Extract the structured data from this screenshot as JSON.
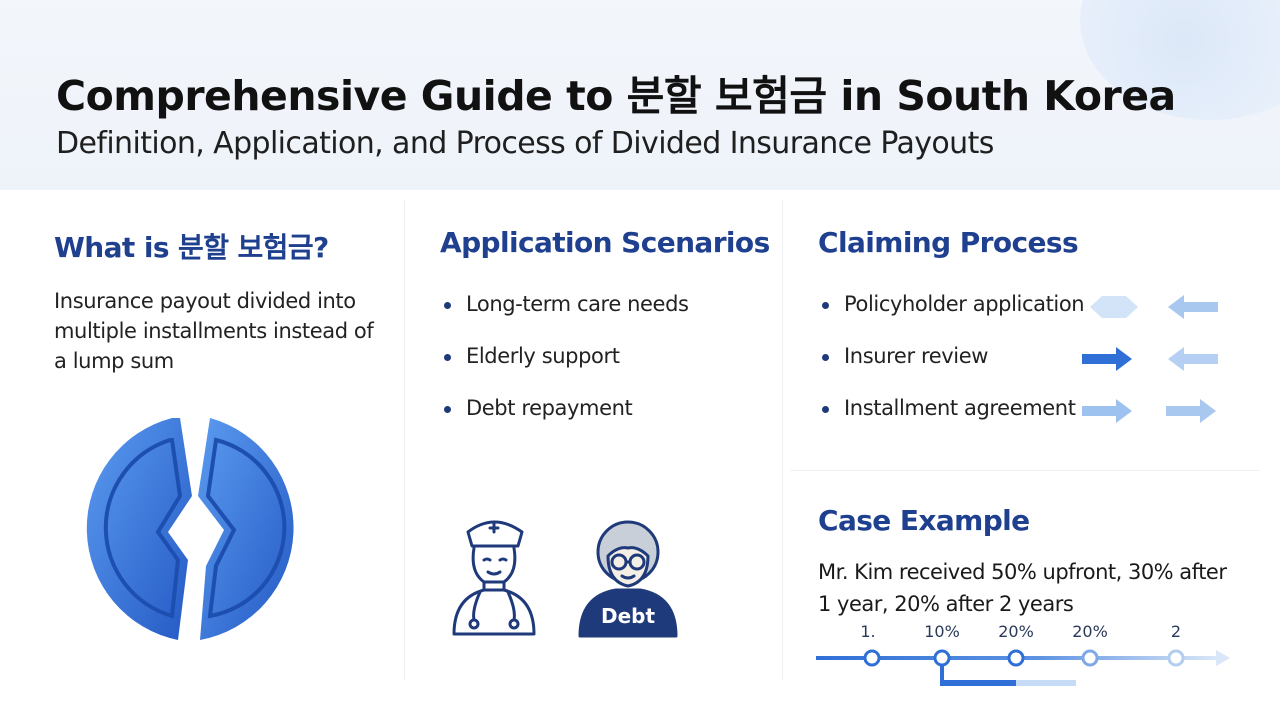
{
  "header": {
    "title": "Comprehensive Guide to 분할 보험금 in South Korea",
    "subtitle": "Definition, Application, and Process of Divided Insurance Payouts"
  },
  "definition": {
    "heading": "What is 분할 보험금?",
    "text": "Insurance payout divided into multiple installments instead of a lump sum",
    "icon": "split-coin-icon"
  },
  "scenarios": {
    "heading": "Application Scenarios",
    "items": [
      "Long-term care needs",
      "Elderly support",
      "Debt repayment"
    ],
    "illustrations": {
      "nurse_icon": "nurse-icon",
      "elderly_icon": "elderly-person-icon",
      "elderly_badge": "Debt"
    }
  },
  "claiming": {
    "heading": "Claiming Process",
    "steps": [
      {
        "label": "Policyholder application",
        "arrows": [
          "left-light",
          "left"
        ]
      },
      {
        "label": "Insurer review",
        "arrows": [
          "right-dark",
          "left"
        ]
      },
      {
        "label": "Installment agreement",
        "arrows": [
          "right",
          "right"
        ]
      }
    ]
  },
  "case_example": {
    "heading": "Case Example",
    "text": "Mr. Kim received 50% upfront, 30% after 1 year, 20% after 2 years",
    "timeline_labels": [
      "1.",
      "10%",
      "20%",
      "20%",
      "2"
    ]
  },
  "colors": {
    "accent_dark": "#1f3f8f",
    "accent_blue": "#2f6fd6",
    "accent_light": "#a9c8f0"
  }
}
